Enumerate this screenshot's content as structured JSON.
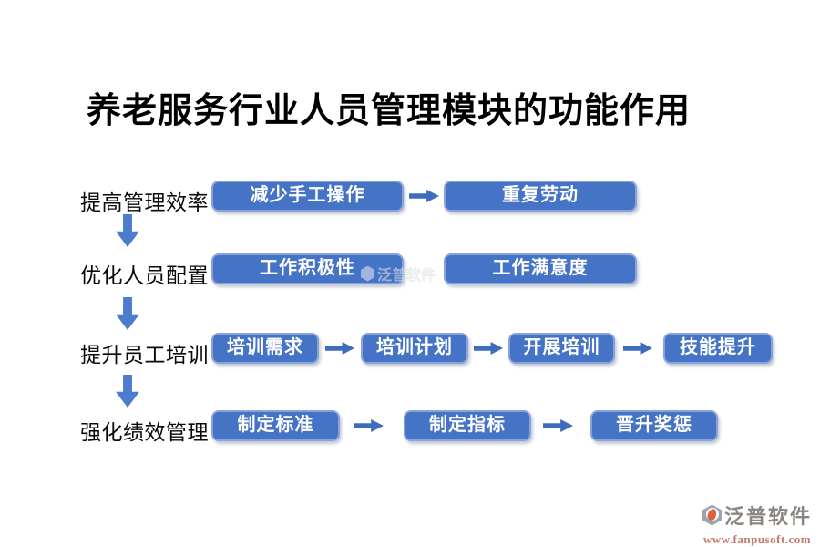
{
  "page": {
    "title": "养老服务行业人员管理模块的功能作用"
  },
  "rows": [
    {
      "label": "提高管理效率",
      "boxes": [
        "减少手工操作",
        "重复劳动"
      ]
    },
    {
      "label": "优化人员配置",
      "boxes": [
        "工作积极性",
        "工作满意度"
      ]
    },
    {
      "label": "提升员工培训",
      "boxes": [
        "培训需求",
        "培训计划",
        "开展培训",
        "技能提升"
      ]
    },
    {
      "label": "强化绩效管理",
      "boxes": [
        "制定标准",
        "制定指标",
        "晋升奖惩"
      ]
    }
  ],
  "watermark": {
    "text": "泛普软件"
  },
  "footer": {
    "brand": "泛普软件",
    "url": "www.fanpusoft.com"
  },
  "icons": {
    "down_arrow": "block-arrow-down",
    "right_arrow": "block-arrow-right",
    "brand_logo": "fanpu-crescent-diamond"
  },
  "colors": {
    "box_fill": "#4573C6",
    "box_border": "#8AA2DC",
    "box_text": "#FFFFFF",
    "right_arrow": "#3F6DBD",
    "down_arrow": "#4B7CCD",
    "title_text": "#000000",
    "label_text": "#0A0A0A",
    "brand_text": "#8B8680",
    "url_text": "#C4796A",
    "logo_accent": "#DF613B"
  }
}
